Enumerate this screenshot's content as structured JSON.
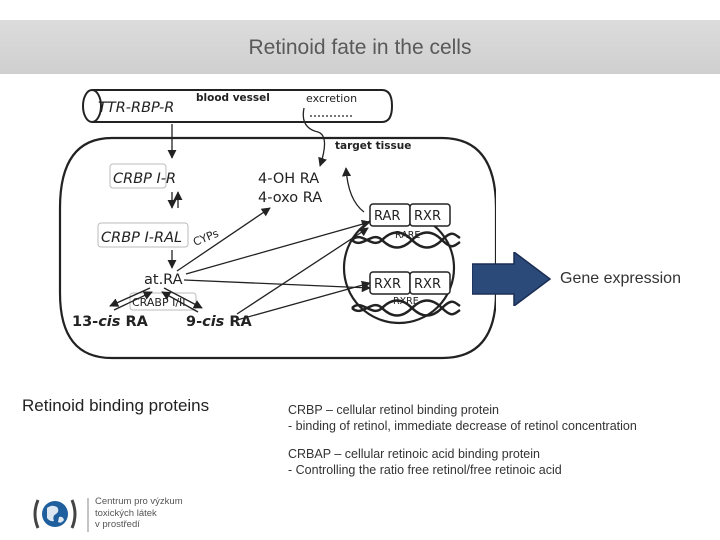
{
  "slide": {
    "title": "Retinoid fate in the cells"
  },
  "diagram": {
    "blood_vessel_label": "blood vessel",
    "ttr_rbp_r": "TTR-RBP-R",
    "excretion": "excretion",
    "target_tissue": "target tissue",
    "crbp_i_r": "CRBP I-R",
    "crbp_i_ral": "CRBP I-RAL",
    "cyps": "CYPs",
    "oh_ra": "4-OH RA",
    "oxo_ra": "4-oxo RA",
    "at_ra": "at.RA",
    "crabp": "CRABP I/II",
    "cis13_num": "13-",
    "cis13_it": "cis",
    "cis13_ra": " RA",
    "cis9_num": "9-",
    "cis9_it": "cis",
    "cis9_ra": " RA",
    "rar": "RAR",
    "rxr_top": "RXR",
    "rare": "RARE",
    "rxr_left": "RXR",
    "rxr_right": "RXR",
    "rxre": "RXRE"
  },
  "gene_expression": {
    "label": "Gene expression",
    "arrow_color": "#2b4a7a"
  },
  "left_heading": "Retinoid binding proteins",
  "notes": {
    "crbp_title": "CRBP – cellular retinol binding protein",
    "crbp_desc": "- binding of retinol, immediate decrease of retinol concentration",
    "crbap_title": "CRBAP – cellular retinoic acid binding protein",
    "crbap_desc": "- Controlling the ratio free retinol/free retinoic acid"
  },
  "logo": {
    "line1": "Centrum pro výzkum",
    "line2": "toxických látek",
    "line3": "v prostředí"
  }
}
